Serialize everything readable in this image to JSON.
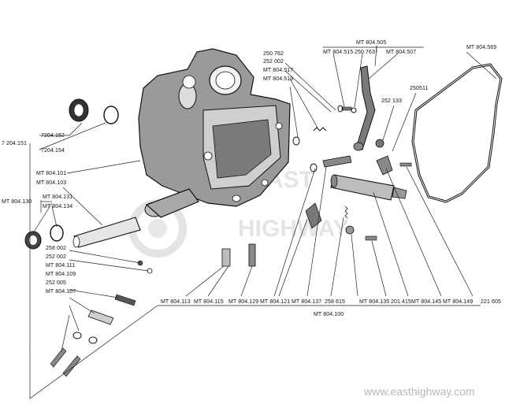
{
  "labels": {
    "mt804569": "MT 804.569",
    "mt804505": "MT 804.505",
    "l250762": "250 762",
    "l252002a": "252 002",
    "mt804517": "MT 804.517",
    "mt804519": "MT 804.519",
    "mt804515": "MT 804.515",
    "l250763": "250 763",
    "mt804507": "MT 804.507",
    "l250511": "250511",
    "l252133": "252 133",
    "l7204152": "7204.152",
    "l7204154": "7204.154",
    "l7204151": "7 204.151",
    "mt804101": "MT 804.101",
    "mt804103": "MT 804.103",
    "mt804131": "MT 804.131",
    "mt804134": "MT 804.134",
    "mt804130": "MT 804.130",
    "l258002": "258 002",
    "l252002b": "252 002",
    "mt804111": "MT 804.111",
    "mt804109": "MT 804.109",
    "l252005": "252 005",
    "mt804107": "MT 804.107",
    "mt804113": "MT 804.113",
    "mt804115": "MT 804.115",
    "mt804129": "MT 804.129",
    "mt804121": "MT 804.121",
    "mt804137": "MT 804.137",
    "l258615": "258 615",
    "mt804135": "MT 804.135",
    "l201415": "201.415",
    "mt804145": "MT 804.145",
    "mt804149": "MT 804.149",
    "l221605": "221 605",
    "mt804100": "MT 804.100"
  },
  "watermark": {
    "logo_text_top": "EAST",
    "logo_text_bottom": "HIGHWAY",
    "website": "www.easthighway.com"
  }
}
